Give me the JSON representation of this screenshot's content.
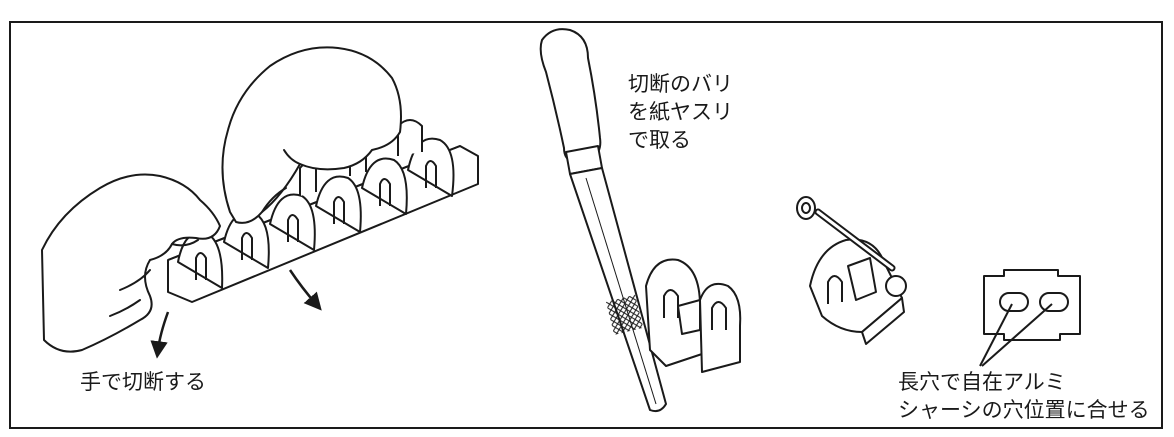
{
  "captions": {
    "break_by_hand": "手で切断する",
    "file_burrs": [
      "切断のバリ",
      "を紙ヤスリ",
      "で取る"
    ],
    "slot_align": [
      "長穴で自在アルミ",
      "シャーシの穴位置に合せる"
    ]
  },
  "colors": {
    "line": "#1a1a1a",
    "background": "#ffffff"
  }
}
